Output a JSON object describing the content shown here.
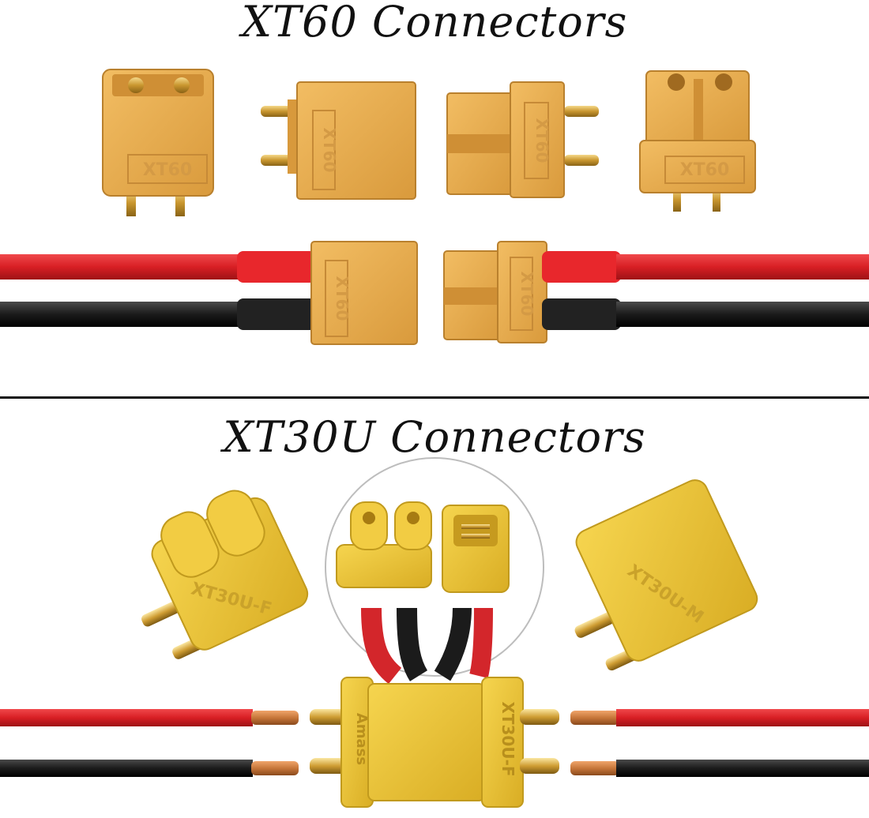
{
  "sections": {
    "xt60": {
      "title": "XT60 Connectors",
      "mold_label": "XT60"
    },
    "xt30u": {
      "title": "XT30U Connectors",
      "mold_female": "XT30U-F",
      "mold_male": "XT30U-M",
      "mold_brand": "Amass"
    }
  },
  "colors": {
    "xt60_body": "#e6ac4f",
    "xt30_body": "#e9c13a",
    "wire_red": "#e3262b",
    "wire_black": "#1b1b1b",
    "pin_gold": "#c9962f",
    "copper": "#c7773a"
  }
}
